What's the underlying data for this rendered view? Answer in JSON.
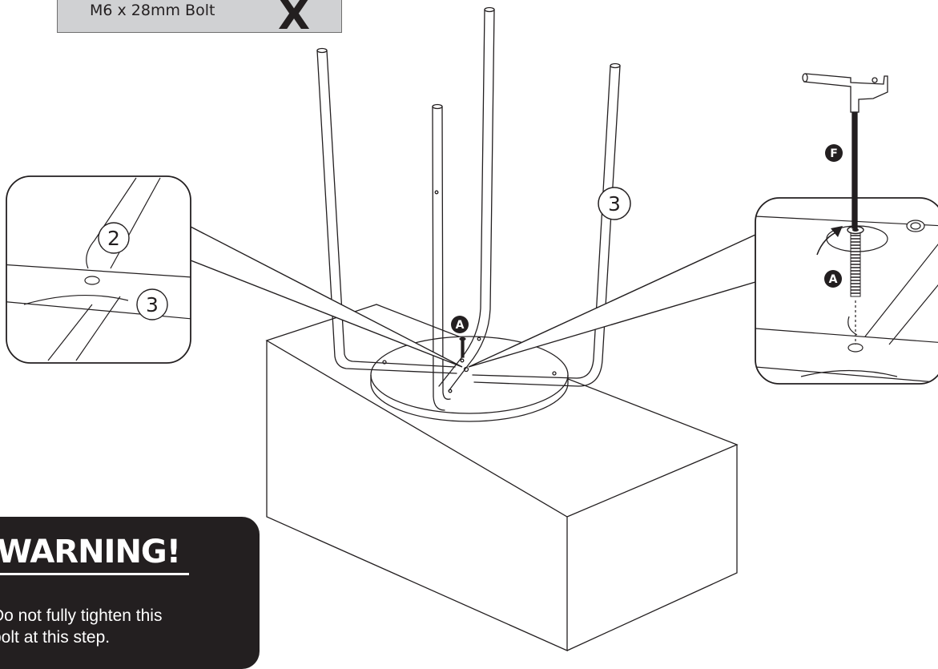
{
  "part": {
    "label": "M6 x 28mm Bolt",
    "quantity_mark": "X"
  },
  "callouts": {
    "leg_left_inset": "2",
    "leg_right_inset": "3",
    "leg_main": "3",
    "bolt_main": "A",
    "bolt_right_inset": "A",
    "tool": "F"
  },
  "warning": {
    "title": "WARNING!",
    "text": "Do not fully tighten this\nbolt at this step."
  },
  "icons": [
    "allen-key-icon",
    "rotation-arrow-icon",
    "bolt-icon"
  ],
  "colors": {
    "ink": "#231f20",
    "part_box": "#d0d1d3",
    "warning_bg": "#231f20"
  }
}
